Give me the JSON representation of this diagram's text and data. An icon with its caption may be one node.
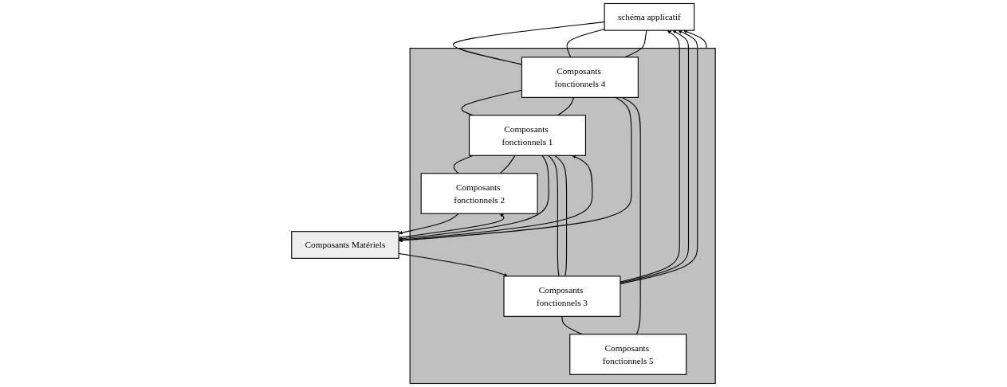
{
  "diagram": {
    "nodes": [
      {
        "text": [
          "schéma applicatif"
        ]
      },
      {
        "text": [],
        "shape": "box"
      },
      {
        "text": [
          "Composants fonctionnels 3"
        ],
        "in": 1
      },
      {
        "text": [
          "Composants fonctionnels 5"
        ],
        "in": 1
      },
      {
        "text": [
          "Composants fonctionnels 4"
        ],
        "in": 1
      },
      {
        "text": [
          "Composants fonctionnels 1"
        ],
        "in": 1
      },
      {
        "text": [
          "Composants fonctionnels 2"
        ],
        "in": 1
      },
      {
        "text": [
          "Composants Matériels"
        ]
      }
    ],
    "edges": [
      {
        "from": 2,
        "to": 0,
        "arrow": "to"
      },
      {
        "from": 2,
        "to": 0,
        "arrow": "to"
      },
      {
        "from": 2,
        "to": 0,
        "arrow": "to"
      },
      {
        "from": 1,
        "to": 0,
        "arrow": "to"
      },
      {
        "from": 0,
        "to": 4,
        "arrow": "none"
      },
      {
        "from": 0,
        "to": 4,
        "arrow": "none"
      },
      {
        "from": 0,
        "to": 4,
        "arrow": "none"
      },
      {
        "from": 2,
        "to": 3,
        "arrow": "none"
      },
      {
        "from": 3,
        "to": 4,
        "arrow": "none"
      },
      {
        "from": 2,
        "to": 5,
        "arrow": "none"
      },
      {
        "from": 2,
        "to": 5,
        "arrow": "none"
      },
      {
        "from": 5,
        "to": 6,
        "arrow": "none"
      },
      {
        "from": 4,
        "to": 5,
        "arrow": "none"
      },
      {
        "from": 4,
        "to": 5,
        "arrow": "none"
      },
      {
        "from": 5,
        "to": 6,
        "arrow": "none"
      },
      {
        "from": 7,
        "to": 2,
        "arrow": "to"
      },
      {
        "from": 7,
        "to": 5,
        "arrow": "to"
      },
      {
        "from": 7,
        "to": 6,
        "arrow": "to"
      },
      {
        "from": 4,
        "to": 7,
        "arrow": "to"
      },
      {
        "from": 5,
        "to": 7,
        "arrow": "to"
      },
      {
        "from": 6,
        "to": 7,
        "arrow": "to"
      }
    ]
  }
}
